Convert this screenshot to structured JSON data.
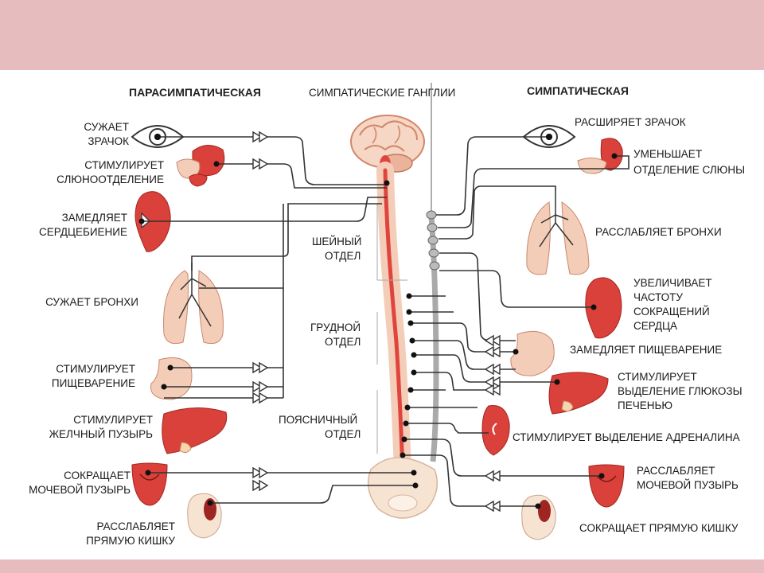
{
  "headers": {
    "parasympathetic": "ПАРАСИМПАТИЧЕСКАЯ",
    "ganglia": "СИМПАТИЧЕСКИЕ ГАНГЛИИ",
    "sympathetic": "СИМПАТИЧЕСКАЯ"
  },
  "spine_sections": {
    "cervical": [
      "ШЕЙНЫЙ",
      "ОТДЕЛ"
    ],
    "thoracic": [
      "ГРУДНОЙ",
      "ОТДЕЛ"
    ],
    "lumbar": [
      "ПОЯСНИЧНЫЙ",
      "ОТДЕЛ"
    ]
  },
  "parasympathetic_effects": [
    {
      "organ": "eye",
      "lines": [
        "СУЖАЕТ",
        "ЗРАЧОК"
      ]
    },
    {
      "organ": "salivary-gland",
      "lines": [
        "СТИМУЛИРУЕТ",
        "СЛЮНООТДЕЛЕНИЕ"
      ]
    },
    {
      "organ": "heart",
      "lines": [
        "ЗАМЕДЛЯЕТ",
        "СЕРДЦЕБИЕНИЕ"
      ]
    },
    {
      "organ": "lungs",
      "lines": [
        "СУЖАЕТ БРОНХИ"
      ]
    },
    {
      "organ": "stomach",
      "lines": [
        "СТИМУЛИРУЕТ",
        "ПИЩЕВАРЕНИЕ"
      ]
    },
    {
      "organ": "liver",
      "lines": [
        "СТИМУЛИРУЕТ",
        "ЖЕЛЧНЫЙ ПУЗЫРЬ"
      ]
    },
    {
      "organ": "bladder",
      "lines": [
        "СОКРАЩАЕТ",
        "МОЧЕВОЙ ПУЗЫРЬ"
      ]
    },
    {
      "organ": "rectum",
      "lines": [
        "РАССЛАБЛЯЕТ",
        "ПРЯМУЮ КИШКУ"
      ]
    }
  ],
  "sympathetic_effects": [
    {
      "organ": "eye",
      "lines": [
        "РАСШИРЯЕТ ЗРАЧОК"
      ]
    },
    {
      "organ": "salivary-gland",
      "lines": [
        "УМЕНЬШАЕТ",
        "ОТДЕЛЕНИЕ СЛЮНЫ"
      ]
    },
    {
      "organ": "lungs",
      "lines": [
        "РАССЛАБЛЯЕТ БРОНХИ"
      ]
    },
    {
      "organ": "heart",
      "lines": [
        "УВЕЛИЧИВАЕТ",
        "ЧАСТОТУ",
        "СОКРАЩЕНИЙ",
        "СЕРДЦА"
      ]
    },
    {
      "organ": "stomach",
      "lines": [
        "ЗАМЕДЛЯЕТ ПИЩЕВАРЕНИЕ"
      ]
    },
    {
      "organ": "liver",
      "lines": [
        "СТИМУЛИРУЕТ",
        "ВЫДЕЛЕНИЕ ГЛЮКОЗЫ",
        "ПЕЧЕНЬЮ"
      ]
    },
    {
      "organ": "adrenal",
      "lines": [
        "СТИМУЛИРУЕТ ВЫДЕЛЕНИЕ АДРЕНАЛИНА"
      ]
    },
    {
      "organ": "bladder",
      "lines": [
        "РАССЛАБЛЯЕТ",
        "МОЧЕВОЙ ПУЗЫРЬ"
      ]
    },
    {
      "organ": "rectum",
      "lines": [
        "СОКРАЩАЕТ ПРЯМУЮ КИШКУ"
      ]
    }
  ],
  "colors": {
    "frame": "#e6bcbf",
    "organ": "#d9413a",
    "organ_light": "#f4cdb8",
    "ganglia": "#a9a9a9"
  }
}
